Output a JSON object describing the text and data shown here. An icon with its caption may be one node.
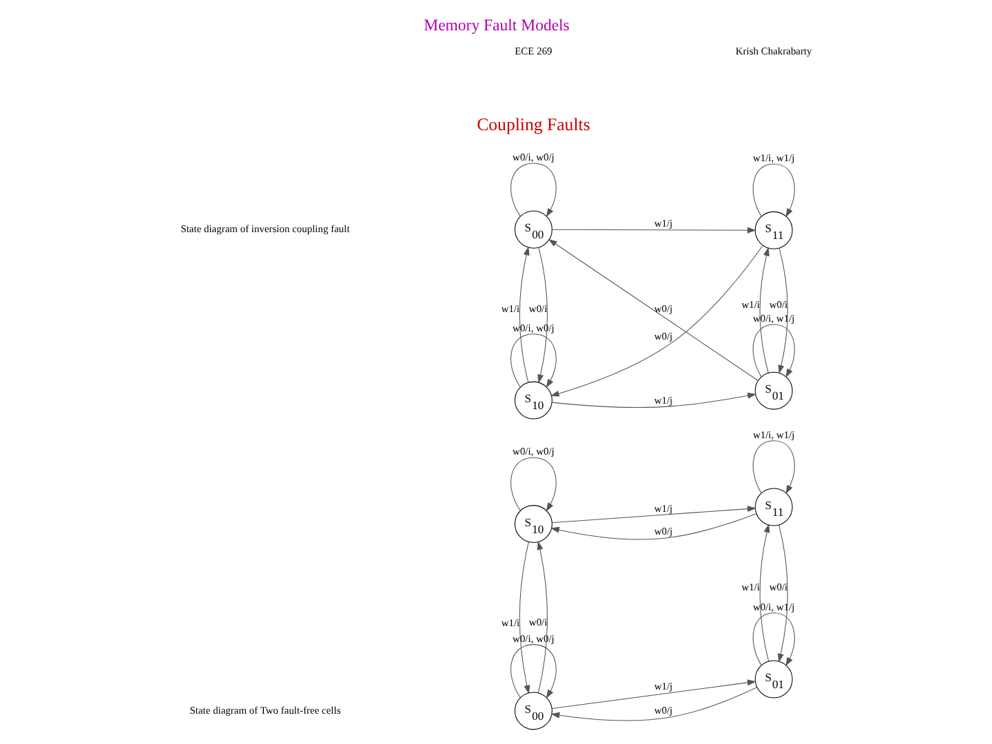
{
  "diagram": {
    "title": "Memory Fault Models",
    "nodes": [
      {
        "text": [
          "S$_{00}$"
        ]
      },
      {
        "text": [
          "S$_{01}$"
        ]
      },
      {
        "text": [
          "S$_{10}$"
        ]
      },
      {
        "text": [
          "S$_{11}$"
        ]
      },
      {
        "text": [
          "S$_{00}$"
        ]
      },
      {
        "text": [
          "S$_{01}$"
        ]
      },
      {
        "text": [
          "S$_{10}$"
        ]
      },
      {
        "text": [
          "S$_{11}$"
        ]
      }
    ],
    "edges": [
      {
        "from": 0,
        "to": 0,
        "arrow": "to",
        "label": "w0/i, w0/j"
      },
      {
        "from": 1,
        "to": 1,
        "arrow": "to",
        "label": "w0/i, w1/j"
      },
      {
        "from": 0,
        "to": 1,
        "arrow": "to",
        "label": "w1/j"
      },
      {
        "from": 1,
        "to": 0,
        "arrow": "to",
        "label": "w0/j"
      },
      {
        "from": 0,
        "to": 2,
        "arrow": "to",
        "label": "w0/i"
      },
      {
        "from": 2,
        "to": 0,
        "arrow": "to",
        "label": "w1/i"
      },
      {
        "from": 3,
        "to": 1,
        "arrow": "to",
        "label": "w0/i"
      },
      {
        "from": 1,
        "to": 3,
        "arrow": "to",
        "label": "w1/i"
      },
      {
        "from": 2,
        "to": 2,
        "arrow": "to",
        "label": "w0/i, w0/j"
      },
      {
        "from": 2,
        "to": 3,
        "arrow": "to",
        "label": "w1/j"
      },
      {
        "from": 3,
        "to": 3,
        "arrow": "to",
        "label": "w1/i, w1/j"
      },
      {
        "from": 3,
        "to": 2,
        "arrow": "to",
        "label": "w0/j"
      },
      {
        "from": 4,
        "to": 4,
        "arrow": "to",
        "label": "w0/i, w0/j"
      },
      {
        "from": 5,
        "to": 5,
        "arrow": "to",
        "label": "w0/i, w1/j"
      },
      {
        "from": 5,
        "to": 4,
        "arrow": "to",
        "label": "w0/j"
      },
      {
        "from": 4,
        "to": 7,
        "arrow": "to",
        "label": "w1/j"
      },
      {
        "from": 4,
        "to": 6,
        "arrow": "to",
        "label": "w0/i"
      },
      {
        "from": 6,
        "to": 4,
        "arrow": "to",
        "label": "w1/i"
      },
      {
        "from": 7,
        "to": 5,
        "arrow": "to",
        "label": "w0/i"
      },
      {
        "from": 5,
        "to": 7,
        "arrow": "to",
        "label": "w1/i"
      },
      {
        "from": 6,
        "to": 6,
        "arrow": "to",
        "label": "w0/i, w0/j"
      },
      {
        "from": 6,
        "to": 5,
        "arrow": "to",
        "label": "w1/j"
      },
      {
        "from": 7,
        "to": 7,
        "arrow": "to",
        "label": "w1/i, w1/j"
      },
      {
        "from": 7,
        "to": 6,
        "arrow": "to",
        "label": "w0/j"
      }
    ],
    "labels": [
      "Coupling Faults",
      "State diagram of Two fault-free cells",
      "State diagram of inversion coupling fault",
      "ECE 269",
      "Krish Chakrabarty"
    ]
  }
}
